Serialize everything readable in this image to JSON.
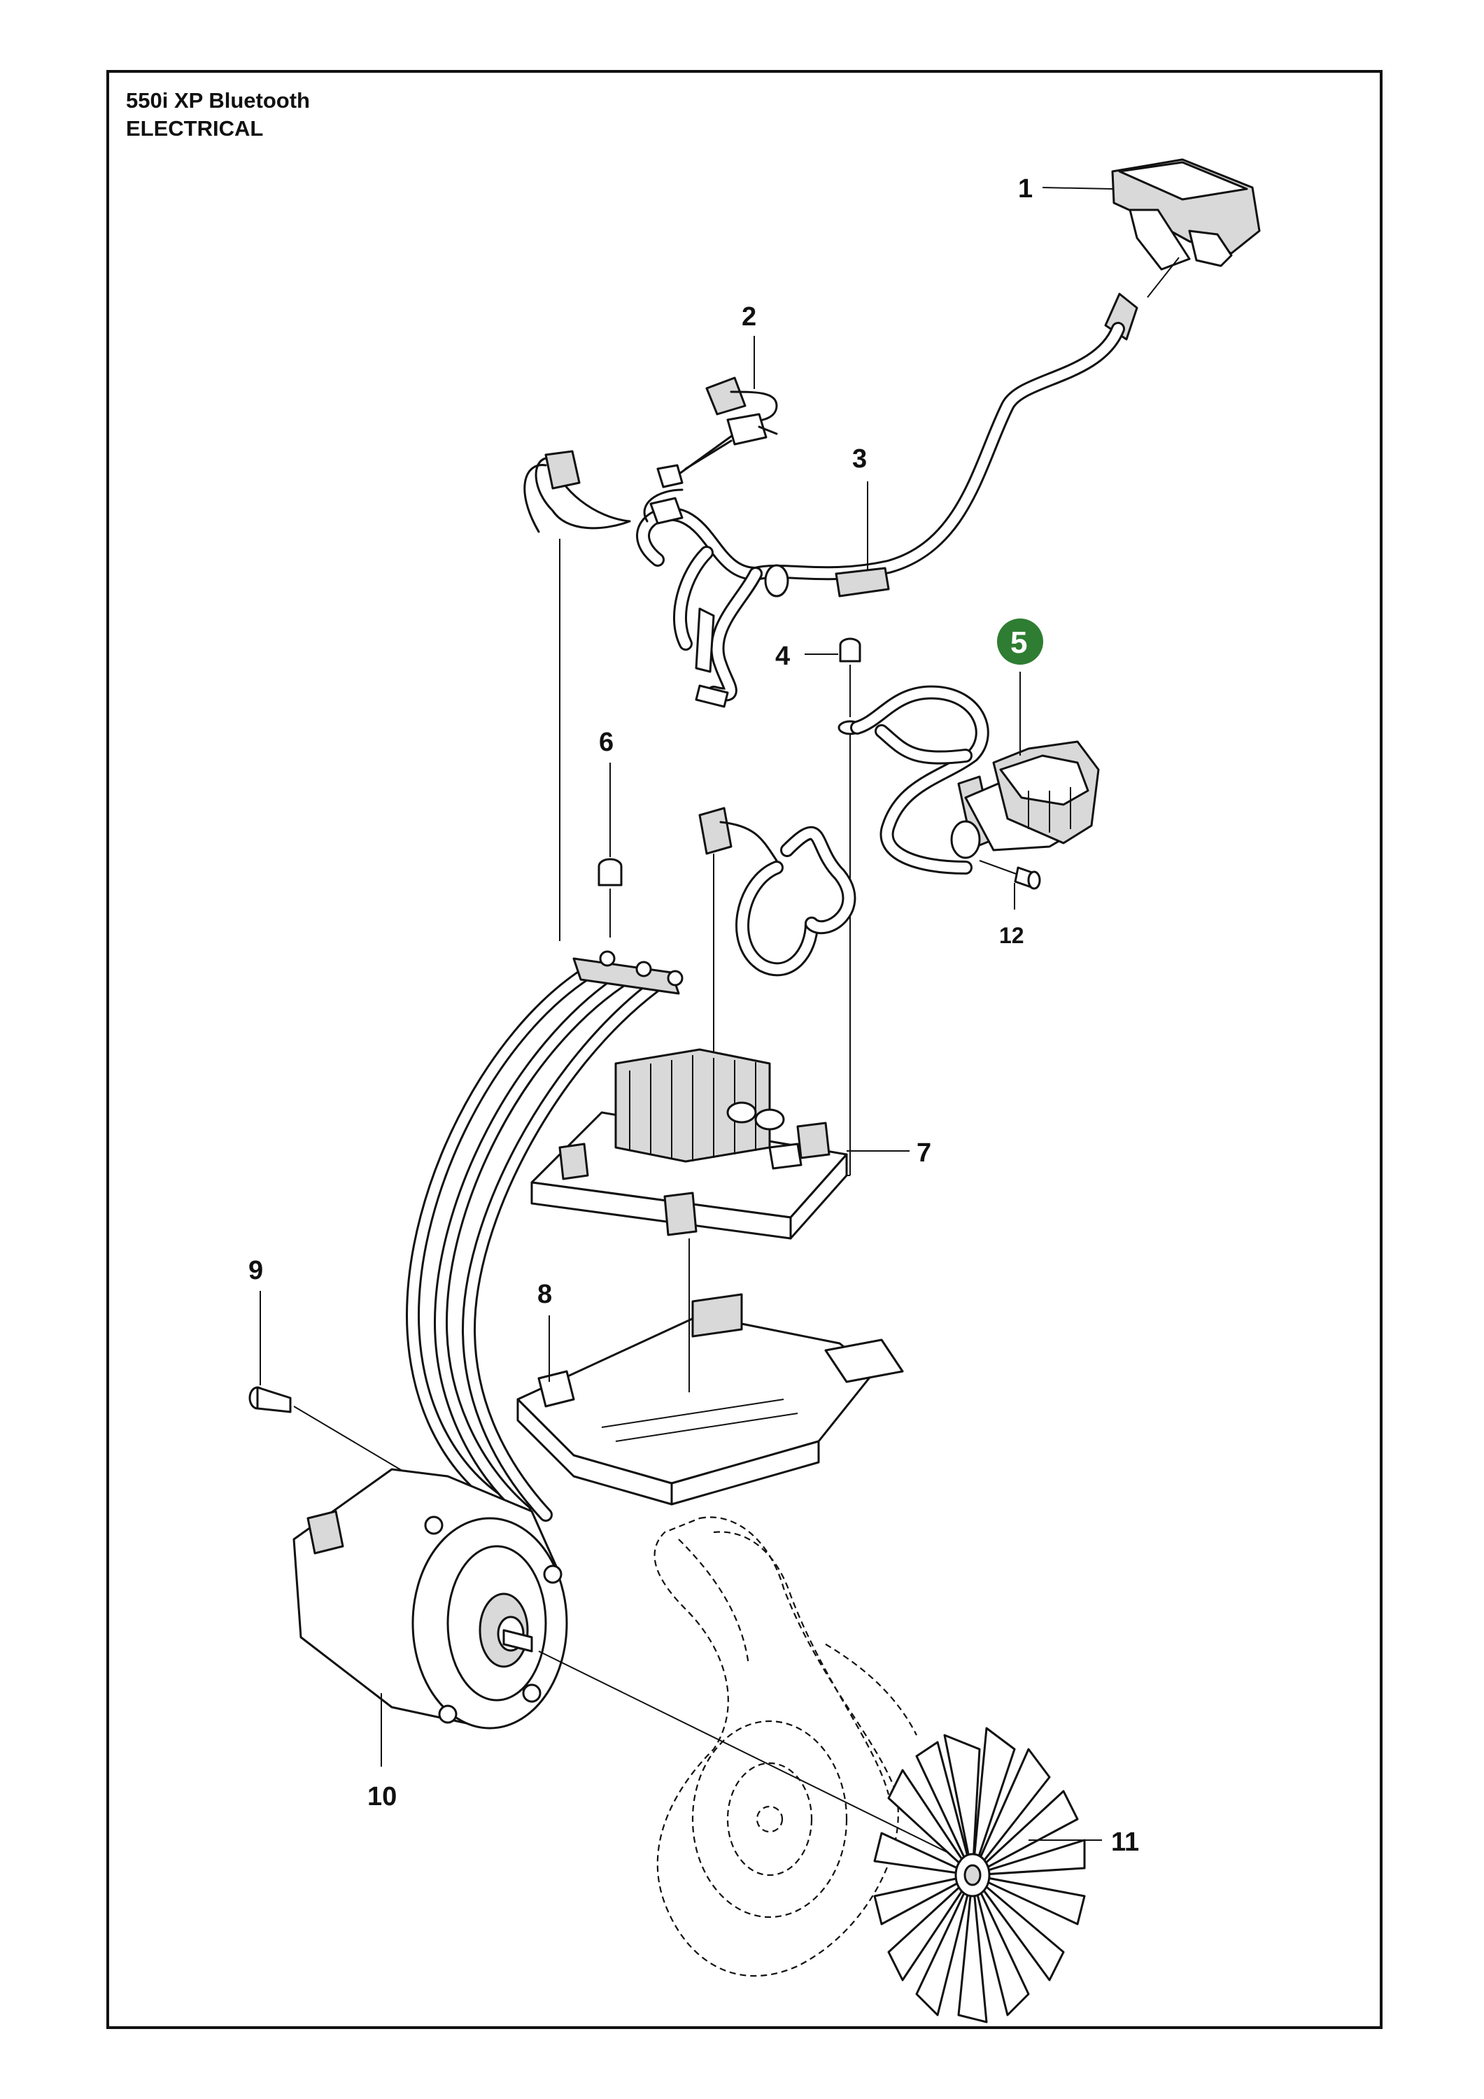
{
  "header": {
    "model": "550i XP Bluetooth",
    "section": "ELECTRICAL"
  },
  "callouts": {
    "c1": "1",
    "c2": "2",
    "c3": "3",
    "c4": "4",
    "c5": "5",
    "c6": "6",
    "c7": "7",
    "c8": "8",
    "c9": "9",
    "c10": "10",
    "c11": "11",
    "c12": "12"
  },
  "colors": {
    "highlight": "#2e7d32",
    "ink": "#111111"
  }
}
